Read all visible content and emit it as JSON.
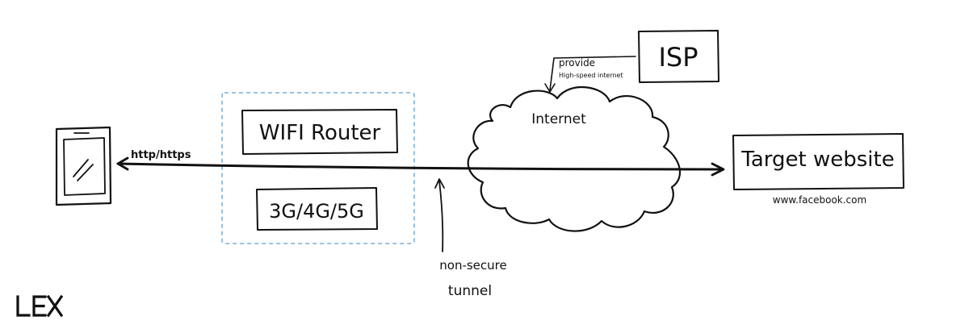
{
  "labels": {
    "wifi_router": "WIFI Router",
    "cellular": "3G/4G/5G",
    "internet": "Internet",
    "isp": "ISP",
    "provide": "provide",
    "high_speed_internet": "High-speed internet",
    "http_https": "http/https",
    "target_website": "Target website",
    "target_url": "www.facebook.com",
    "non_secure": "non-secure",
    "tunnel": "tunnel"
  },
  "logo": {
    "text": "LEX"
  },
  "colors": {
    "ink": "#111111",
    "router_group_border": "#5a9fd4",
    "background": "#ffffff"
  }
}
